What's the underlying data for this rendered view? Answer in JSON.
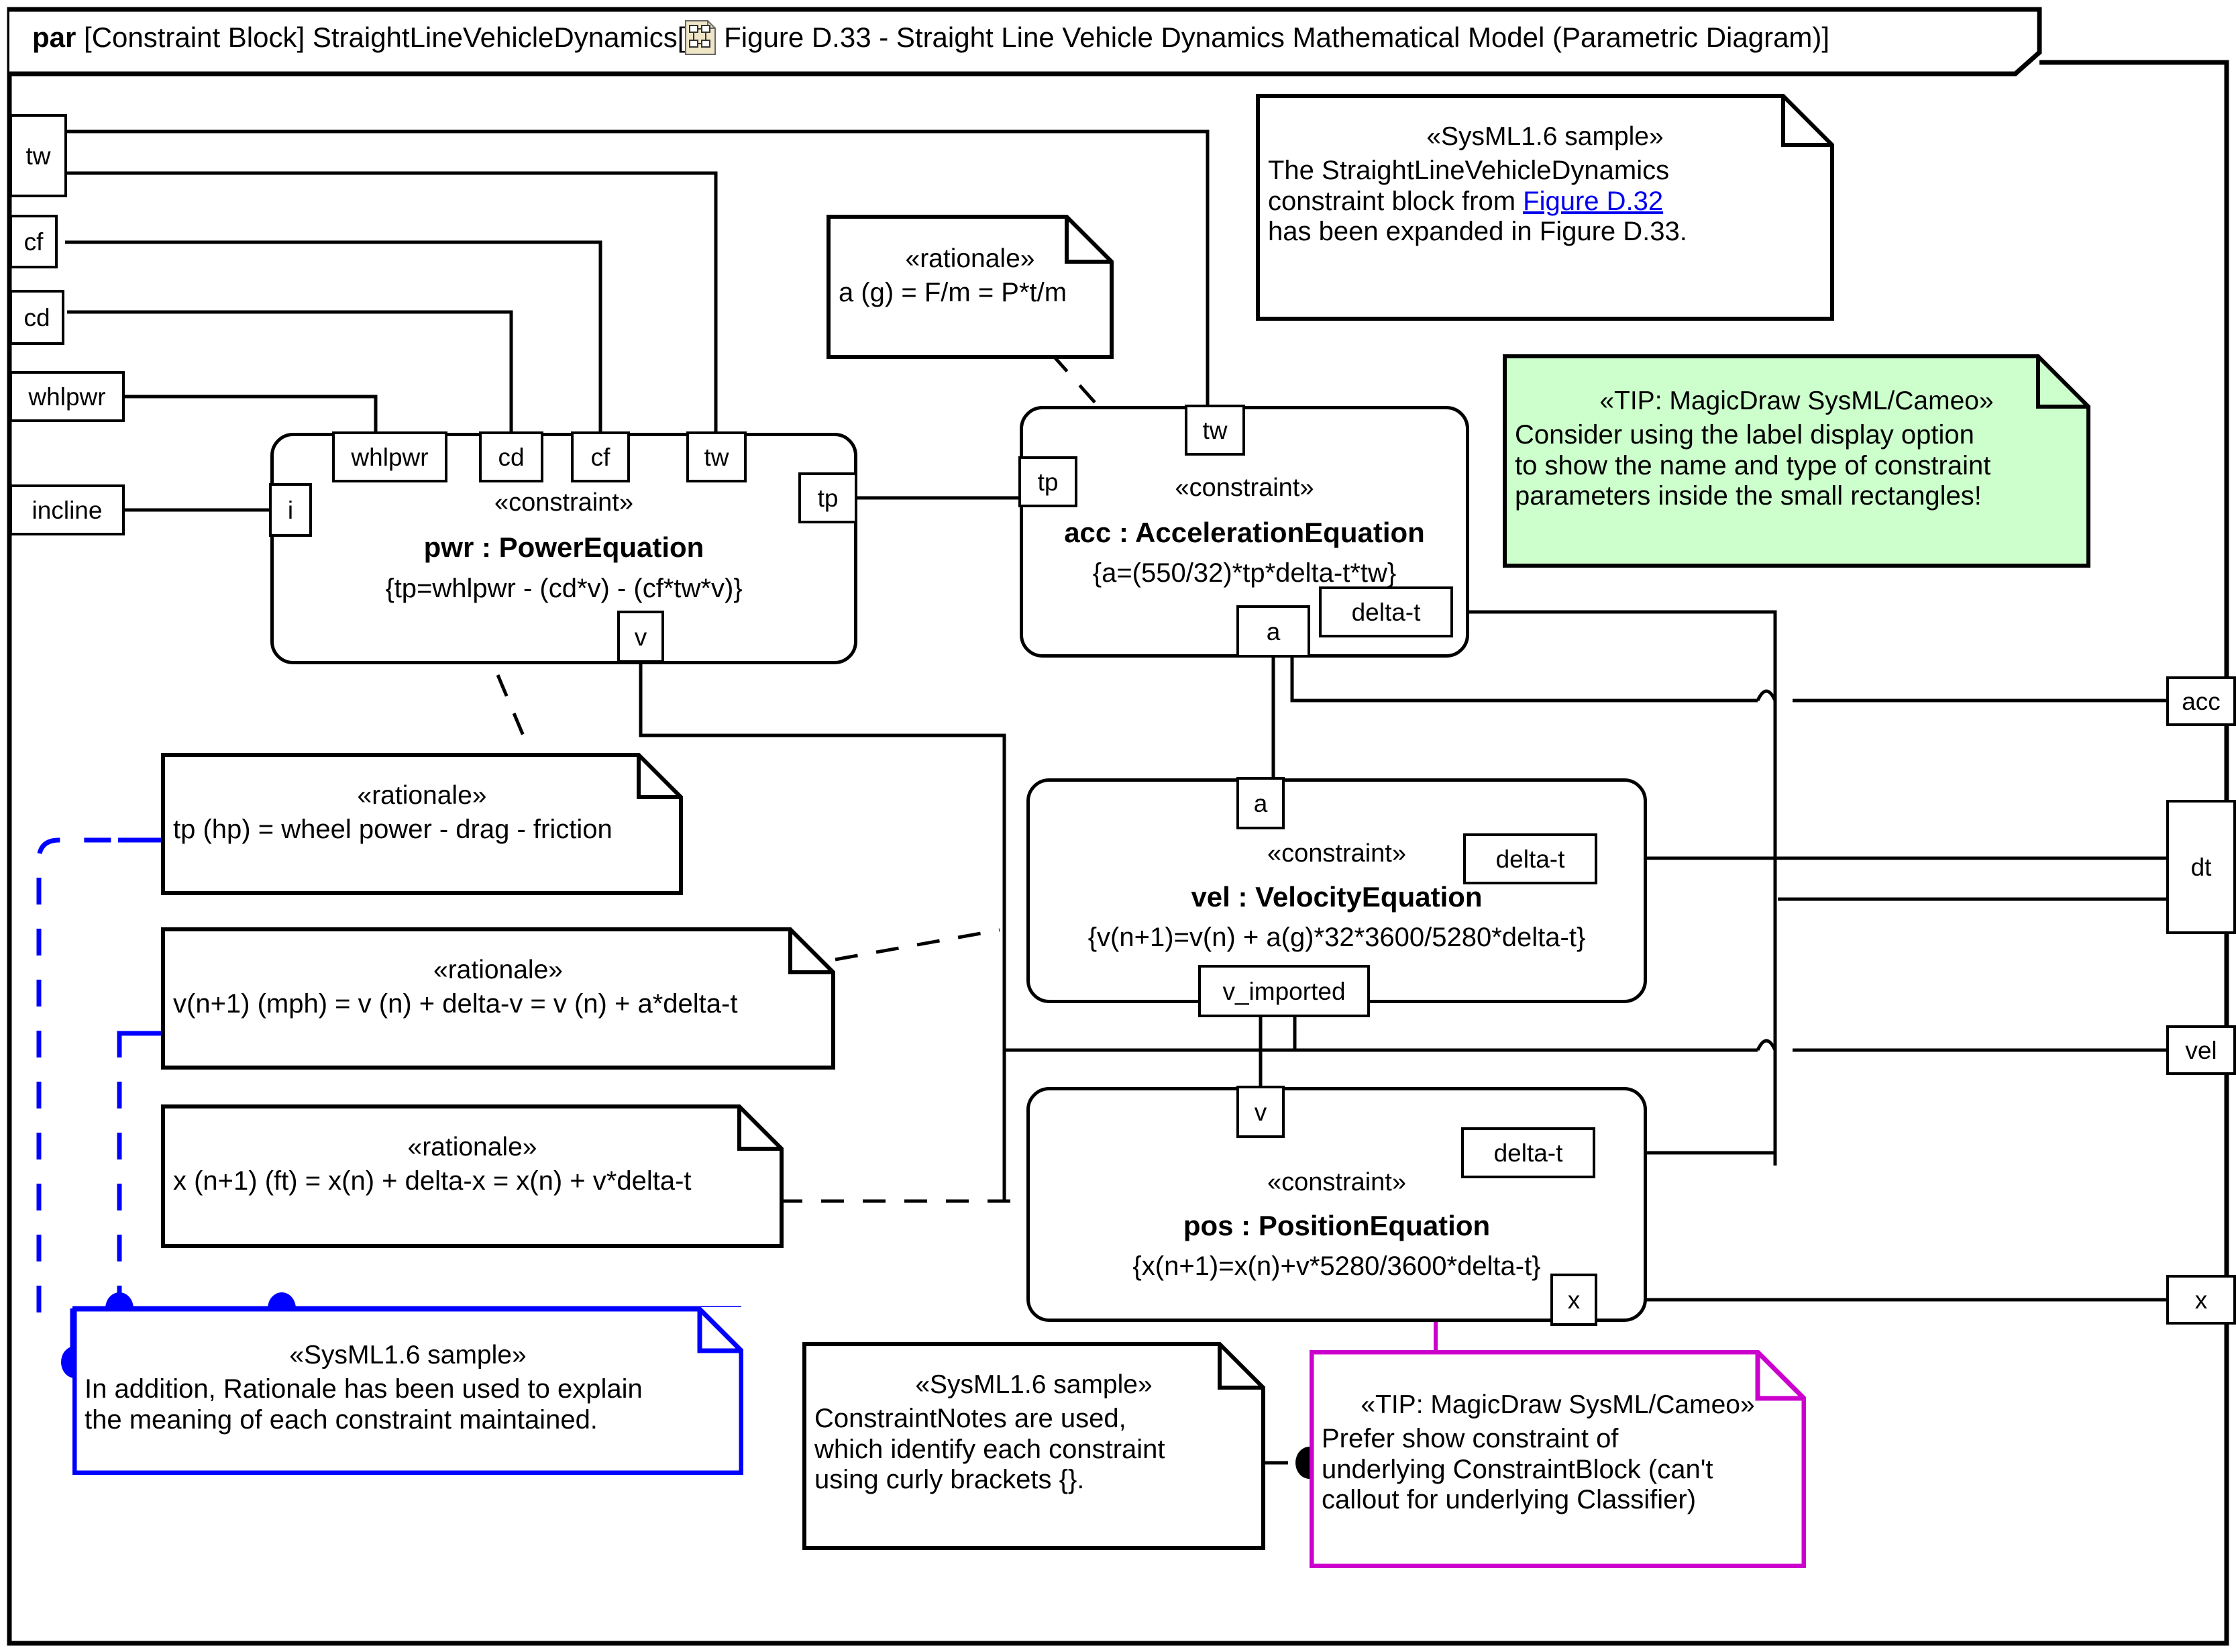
{
  "diagram": {
    "header": {
      "kind": "par",
      "scope": "[Constraint Block] StraightLineVehicleDynamics[",
      "icon": "constraint-block-icon",
      "figure_title": "Figure D.33 - Straight Line Vehicle Dynamics Mathematical Model (Parametric Diagram)]"
    },
    "boundary_ports_left": [
      {
        "name": "tw"
      },
      {
        "name": "cf"
      },
      {
        "name": "cd"
      },
      {
        "name": "whlpwr"
      },
      {
        "name": "incline"
      }
    ],
    "boundary_ports_right": [
      {
        "name": "acc"
      },
      {
        "name": "dt"
      },
      {
        "name": "vel"
      },
      {
        "name": "x"
      }
    ],
    "constraint_blocks": [
      {
        "id": "pwr",
        "keyword": "«constraint»",
        "name": "pwr : PowerEquation",
        "expression": "{tp=whlpwr - (cd*v) - (cf*tw*v)}",
        "parameters_top": [
          "whlpwr",
          "cd",
          "cf",
          "tw"
        ],
        "parameters_left": [
          "i"
        ],
        "parameters_right": [
          "tp"
        ],
        "parameters_bottom": [
          "v"
        ]
      },
      {
        "id": "acc",
        "keyword": "«constraint»",
        "name": "acc : AccelerationEquation",
        "expression": "{a=(550/32)*tp*delta-t*tw}",
        "parameters_top": [
          "tw"
        ],
        "parameters_left": [
          "tp"
        ],
        "parameters_right": [
          "delta-t"
        ],
        "parameters_bottom": [
          "a"
        ]
      },
      {
        "id": "vel",
        "keyword": "«constraint»",
        "name": "vel : VelocityEquation",
        "expression": "{v(n+1)=v(n) + a(g)*32*3600/5280*delta-t}",
        "parameters_top": [
          "a"
        ],
        "parameters_left": [],
        "parameters_right": [
          "delta-t"
        ],
        "parameters_bottom": [
          "v_imported"
        ]
      },
      {
        "id": "pos",
        "keyword": "«constraint»",
        "name": "pos : PositionEquation",
        "expression": "{x(n+1)=x(n)+v*5280/3600*delta-t}",
        "parameters_top": [
          "v"
        ],
        "parameters_left": [],
        "parameters_right": [
          "delta-t",
          "x"
        ],
        "parameters_bottom": []
      }
    ],
    "notes": [
      {
        "id": "note-sample-top",
        "stereotype": "«SysML1.6 sample»",
        "lines": [
          "The StraightLineVehicleDynamics",
          "constraint block from ",
          "has been expanded in Figure D.33."
        ],
        "link_text": "Figure D.32",
        "border_color": "#000000",
        "fill": "#ffffff"
      },
      {
        "id": "note-tip-green",
        "stereotype": "«TIP: MagicDraw SysML/Cameo»",
        "lines": [
          "Consider using the label display option",
          "to show the name and type of constraint",
          "parameters inside the small rectangles!"
        ],
        "border_color": "#000000",
        "fill": "#ccffcc"
      },
      {
        "id": "note-rationale-acc",
        "stereotype": "«rationale»",
        "lines": [
          "a (g) = F/m = P*t/m"
        ],
        "border_color": "#000000",
        "fill": "#ffffff"
      },
      {
        "id": "note-rationale-pwr",
        "stereotype": "«rationale»",
        "lines": [
          "tp (hp) = wheel power - drag - friction"
        ],
        "border_color": "#000000",
        "fill": "#ffffff"
      },
      {
        "id": "note-rationale-vel",
        "stereotype": "«rationale»",
        "lines": [
          "v(n+1) (mph) = v (n) + delta-v = v (n) + a*delta-t"
        ],
        "border_color": "#000000",
        "fill": "#ffffff"
      },
      {
        "id": "note-rationale-pos",
        "stereotype": "«rationale»",
        "lines": [
          "x (n+1) (ft) = x(n) + delta-x = x(n) + v*delta-t"
        ],
        "border_color": "#000000",
        "fill": "#ffffff"
      },
      {
        "id": "note-sample-rationale",
        "stereotype": "«SysML1.6 sample»",
        "lines": [
          "In addition, Rationale has been used to explain",
          "the meaning of each constraint maintained."
        ],
        "border_color": "#0000ff",
        "fill": "#ffffff"
      },
      {
        "id": "note-sample-constraintnotes",
        "stereotype": "«SysML1.6 sample»",
        "lines": [
          "ConstraintNotes are used,",
          "which identify each constraint",
          "using curly brackets {}."
        ],
        "border_color": "#000000",
        "fill": "#ffffff"
      },
      {
        "id": "note-tip-magenta",
        "stereotype": "«TIP: MagicDraw SysML/Cameo»",
        "lines": [
          "Prefer show constraint of",
          "underlying ConstraintBlock (can't",
          "callout for underlying Classifier)"
        ],
        "border_color": "#cc00cc",
        "fill": "#ffffff"
      }
    ],
    "colors": {
      "line": "#000000",
      "blue": "#0000ff",
      "magenta": "#cc00cc",
      "green_fill": "#ccffcc",
      "link": "#0000ee"
    }
  }
}
